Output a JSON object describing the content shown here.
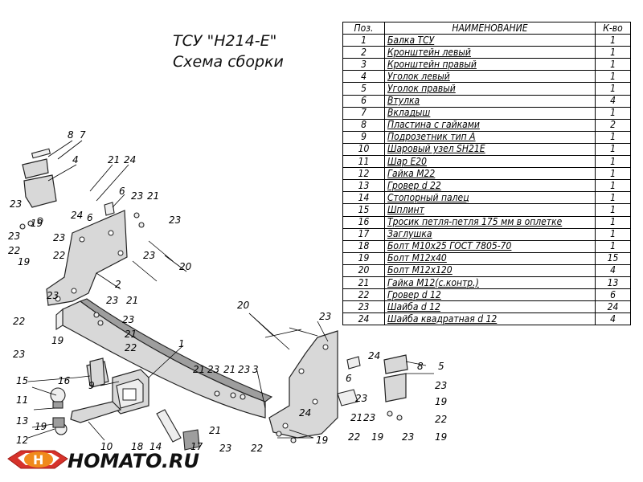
{
  "title": {
    "line1": "ТСУ \"Н214-Е\"",
    "line2": "Схема сборки"
  },
  "table": {
    "headers": [
      "Поз.",
      "НАИМЕНОВАНИЕ",
      "К-во"
    ],
    "rows": [
      {
        "pos": "1",
        "name": "Балка ТСУ",
        "qty": "1"
      },
      {
        "pos": "2",
        "name": "Кронштейн левый",
        "qty": "1"
      },
      {
        "pos": "3",
        "name": "Кронштейн правый",
        "qty": "1"
      },
      {
        "pos": "4",
        "name": "Уголок левый",
        "qty": "1"
      },
      {
        "pos": "5",
        "name": "Уголок правый",
        "qty": "1"
      },
      {
        "pos": "6",
        "name": "Втулка",
        "qty": "4"
      },
      {
        "pos": "7",
        "name": "Вкладыш",
        "qty": "1"
      },
      {
        "pos": "8",
        "name": "Пластина с гайками",
        "qty": "2"
      },
      {
        "pos": "9",
        "name": "Подрозетник тип А",
        "qty": "1"
      },
      {
        "pos": "10",
        "name": "Шаровый узел SH21E",
        "qty": "1"
      },
      {
        "pos": "11",
        "name": "Шар Е20",
        "qty": "1"
      },
      {
        "pos": "12",
        "name": "Гайка М22",
        "qty": "1"
      },
      {
        "pos": "13",
        "name": "Гровер d 22",
        "qty": "1"
      },
      {
        "pos": "14",
        "name": "Стопорный палец",
        "qty": "1"
      },
      {
        "pos": "15",
        "name": "Шплинт",
        "qty": "1"
      },
      {
        "pos": "16",
        "name": "Тросик петля-петля 175 мм в оплетке",
        "qty": "1"
      },
      {
        "pos": "17",
        "name": "Заглушка",
        "qty": "1"
      },
      {
        "pos": "18",
        "name": "Болт М10х25 ГОСТ 7805-70",
        "qty": "1"
      },
      {
        "pos": "19",
        "name": "Болт М12х40",
        "qty": "15"
      },
      {
        "pos": "20",
        "name": "Болт М12х120",
        "qty": "4"
      },
      {
        "pos": "21",
        "name": "Гайка М12(с.контр.)",
        "qty": "13"
      },
      {
        "pos": "22",
        "name": "Гровер d 12",
        "qty": "6"
      },
      {
        "pos": "23",
        "name": "Шайба d 12",
        "qty": "24"
      },
      {
        "pos": "24",
        "name": "Шайба квадратная d 12",
        "qty": "4"
      }
    ]
  },
  "callouts": [
    "8",
    "7",
    "4",
    "21",
    "24",
    "6",
    "23",
    "21",
    "23",
    "19",
    "23",
    "24",
    "6",
    "23",
    "22",
    "23",
    "22",
    "19",
    "23",
    "20",
    "2",
    "23",
    "21",
    "22",
    "23",
    "21",
    "22",
    "23",
    "19",
    "1",
    "15",
    "16",
    "11",
    "9",
    "13",
    "12",
    "10",
    "18",
    "14",
    "17",
    "21",
    "23",
    "21",
    "23",
    "3",
    "20",
    "23",
    "6",
    "24",
    "21",
    "23",
    "22",
    "19",
    "23",
    "21",
    "19",
    "8",
    "5",
    "23",
    "19",
    "22",
    "19",
    "23",
    "22",
    "23",
    "19",
    "23",
    "24"
  ],
  "logo": {
    "text": "HOMATO.RU"
  }
}
